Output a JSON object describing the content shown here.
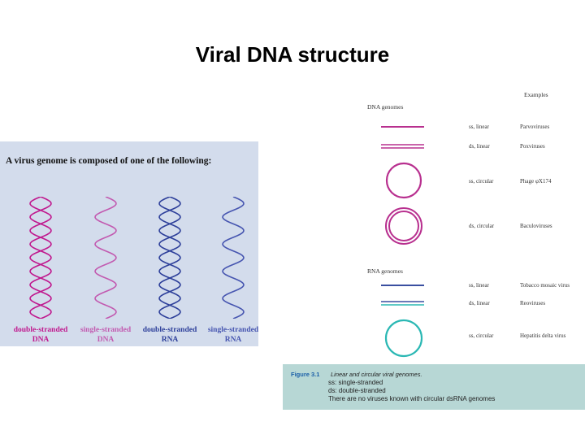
{
  "title": "Viral DNA structure",
  "left_panel": {
    "heading": "A virus genome is composed of one of the following:",
    "helices": [
      {
        "line1": "double-stranded",
        "line2": "DNA",
        "color": "#c0188e",
        "stranded": "double"
      },
      {
        "line1": "single-stranded",
        "line2": "DNA",
        "color": "#c25ab0",
        "stranded": "single"
      },
      {
        "line1": "double-stranded",
        "line2": "RNA",
        "color": "#2d3f9a",
        "stranded": "double"
      },
      {
        "line1": "single-stranded",
        "line2": "RNA",
        "color": "#4655b0",
        "stranded": "single"
      }
    ]
  },
  "genomes_figure": {
    "examples_heading": "Examples",
    "dna_heading": "DNA genomes",
    "rna_heading": "RNA genomes",
    "dna_rows": [
      {
        "type": "ss, linear",
        "example": "Parvoviruses",
        "shape": "ss-linear"
      },
      {
        "type": "ds, linear",
        "example": "Poxviruses",
        "shape": "ds-linear"
      },
      {
        "type": "ss, circular",
        "example": "Phage φX174",
        "shape": "ss-circular"
      },
      {
        "type": "ds, circular",
        "example": "Baculoviruses",
        "shape": "ds-circular"
      }
    ],
    "rna_rows": [
      {
        "type": "ss, linear",
        "example": "Tobacco mosaic virus",
        "shape": "ss-linear"
      },
      {
        "type": "ds, linear",
        "example": "Reoviruses",
        "shape": "ds-linear"
      },
      {
        "type": "ss, circular",
        "example": "Hepatitis delta virus",
        "shape": "ss-circular"
      }
    ],
    "colors": {
      "dna": "#b8308f",
      "rna_blue": "#3a4fa0",
      "rna_teal": "#2bb8b4"
    }
  },
  "caption": {
    "figure_label": "Figure 3.1",
    "title": "Linear and circular viral genomes.",
    "lines": [
      "ss: single-stranded",
      "ds: double-stranded",
      "There are no viruses known with circular dsRNA genomes"
    ]
  }
}
